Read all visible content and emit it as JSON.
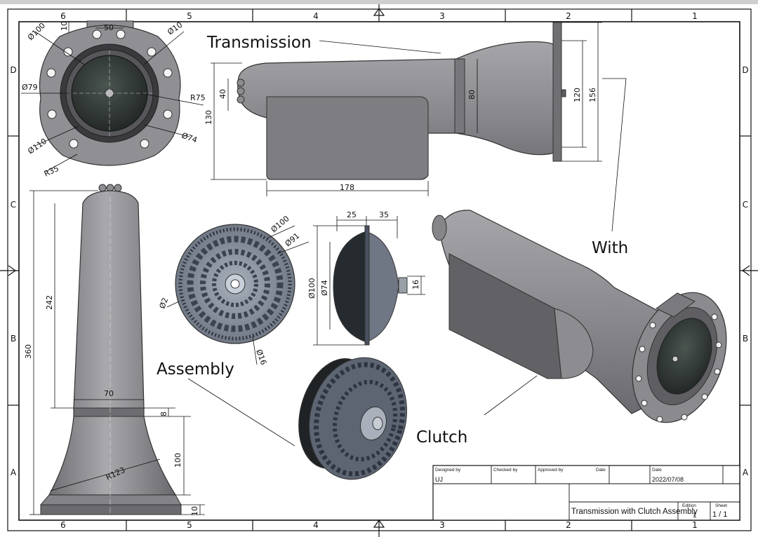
{
  "callouts": {
    "transmission": "Transmission",
    "with": "With",
    "assembly": "Assembly",
    "clutch": "Clutch"
  },
  "border": {
    "columns": [
      "6",
      "5",
      "4",
      "3",
      "2",
      "1"
    ],
    "rows": [
      "D",
      "C",
      "B",
      "A"
    ]
  },
  "dimensions": {
    "top_view": {
      "d100": "Ø100",
      "w50": "50",
      "h10": "10",
      "d10": "Ø10",
      "d79": "Ø79",
      "r75": "R75",
      "d110": "Ø110",
      "d74": "Ø74",
      "r35": "R35"
    },
    "side_view": {
      "h40": "40",
      "h130": "130",
      "w178": "178",
      "d80": "80",
      "h120": "120",
      "h156": "156"
    },
    "front_view": {
      "h360": "360",
      "h242": "242",
      "w70": "70",
      "h8": "8",
      "h100": "100",
      "r123": "R123",
      "h10": "10"
    },
    "clutch_face": {
      "d100": "Ø100",
      "d91": "Ø91",
      "d2": "Ø2",
      "d16": "Ø16"
    },
    "clutch_side": {
      "w25": "25",
      "w35": "35",
      "d100": "Ø100",
      "d74": "Ø74",
      "h16": "16"
    }
  },
  "title_block": {
    "designed_by_label": "Designed by",
    "checked_by_label": "Checked by",
    "approved_by_label": "Approved by",
    "date_label_1": "Date",
    "date_label_2": "Date",
    "designer": "UJ",
    "date": "2022/07/08",
    "title": "Transmission with Clutch Assembly",
    "edition_label": "Edition",
    "edition": "1",
    "sheet_label": "Sheet",
    "sheet": "1 / 1"
  },
  "colors": {
    "metal": "#8e8e93",
    "metal_dark": "#5a5a5f",
    "metal_light": "#b4b4b8",
    "glass": "#2b3130",
    "line": "#111111"
  }
}
